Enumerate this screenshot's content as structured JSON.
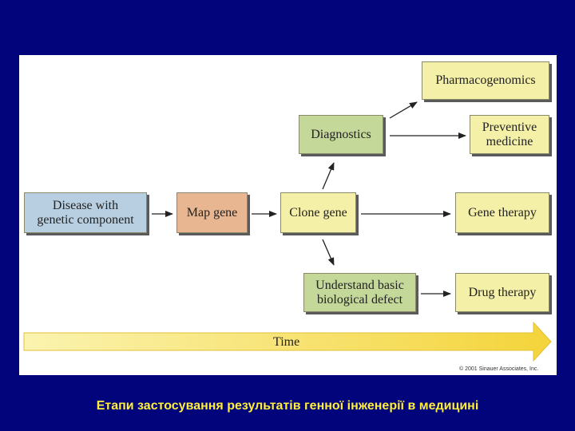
{
  "diagram": {
    "nodes": {
      "pharmacogenomics": "Pharmacogenomics",
      "diagnostics": "Diagnostics",
      "preventive_medicine": "Preventive\nmedicine",
      "disease": "Disease with\ngenetic component",
      "map_gene": "Map gene",
      "clone_gene": "Clone gene",
      "gene_therapy": "Gene therapy",
      "understand_defect": "Understand basic\nbiological defect",
      "drug_therapy": "Drug therapy"
    },
    "time_label": "Time",
    "copyright": "© 2001 Sinauer Associates, Inc.",
    "colors": {
      "outcome": "#f4f0a8",
      "intermediate": "#c4d89a",
      "process": "#e8b690",
      "start": "#b8cfe2",
      "time_arrow": "#f7e46a"
    }
  },
  "caption": "Етапи застосування результатів генної інженерії в медицині"
}
